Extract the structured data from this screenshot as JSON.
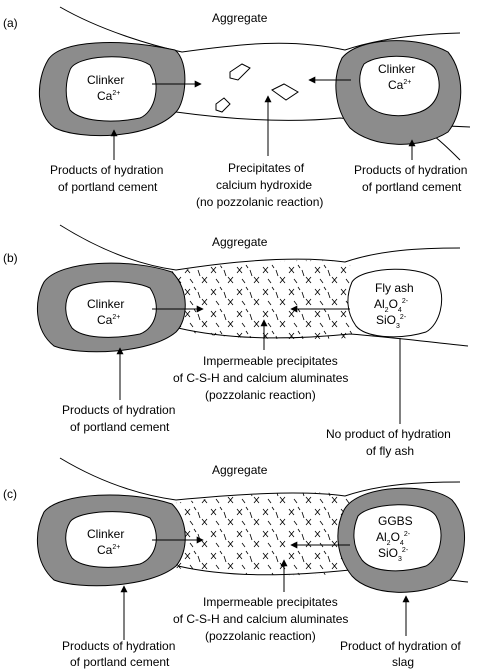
{
  "panels": [
    {
      "tag": "(a)",
      "aggregate": "Aggregate",
      "left_core": {
        "name": "Clinker",
        "ion": "Ca",
        "ion_sup": "2+"
      },
      "right_core": {
        "name": "Clinker",
        "ion": "Ca",
        "ion_sup": "2+"
      },
      "labels": {
        "left": [
          "Products of hydration",
          "of portland cement"
        ],
        "middle": [
          "Precipitates of",
          "calcium hydroxide",
          "(no pozzolanic reaction)"
        ],
        "right": [
          "Products of hydration",
          "of portland cement"
        ]
      }
    },
    {
      "tag": "(b)",
      "aggregate": "Aggregate",
      "left_core": {
        "name": "Clinker",
        "ion": "Ca",
        "ion_sup": "2+"
      },
      "right_core": {
        "name": "Fly ash",
        "line2": "Al",
        "line2_sub": "2",
        "line2_b": "O",
        "line2_sub2": "4",
        "line2_sup": "2-",
        "line3": "SiO",
        "line3_sub": "3",
        "line3_sup": "2-"
      },
      "labels": {
        "middle": [
          "Impermeable precipitates",
          "of C-S-H and calcium aluminates",
          "(pozzolanic reaction)"
        ],
        "left": [
          "Products of hydration",
          "of portland cement"
        ],
        "right": [
          "No product of hydration",
          "of fly ash"
        ]
      }
    },
    {
      "tag": "(c)",
      "aggregate": "Aggregate",
      "left_core": {
        "name": "Clinker",
        "ion": "Ca",
        "ion_sup": "2+"
      },
      "right_core": {
        "name": "GGBS",
        "line2": "Al",
        "line2_sub": "2",
        "line2_b": "O",
        "line2_sub2": "4",
        "line2_sup": "2-",
        "line3": "SiO",
        "line3_sub": "3",
        "line3_sup": "2-"
      },
      "labels": {
        "middle": [
          "Impermeable precipitates",
          "of C-S-H and calcium aluminates",
          "(pozzolanic reaction)"
        ],
        "left": [
          "Products of hydration",
          "of portland cement"
        ],
        "right": [
          "Product of hydration of",
          "slag"
        ]
      }
    }
  ]
}
